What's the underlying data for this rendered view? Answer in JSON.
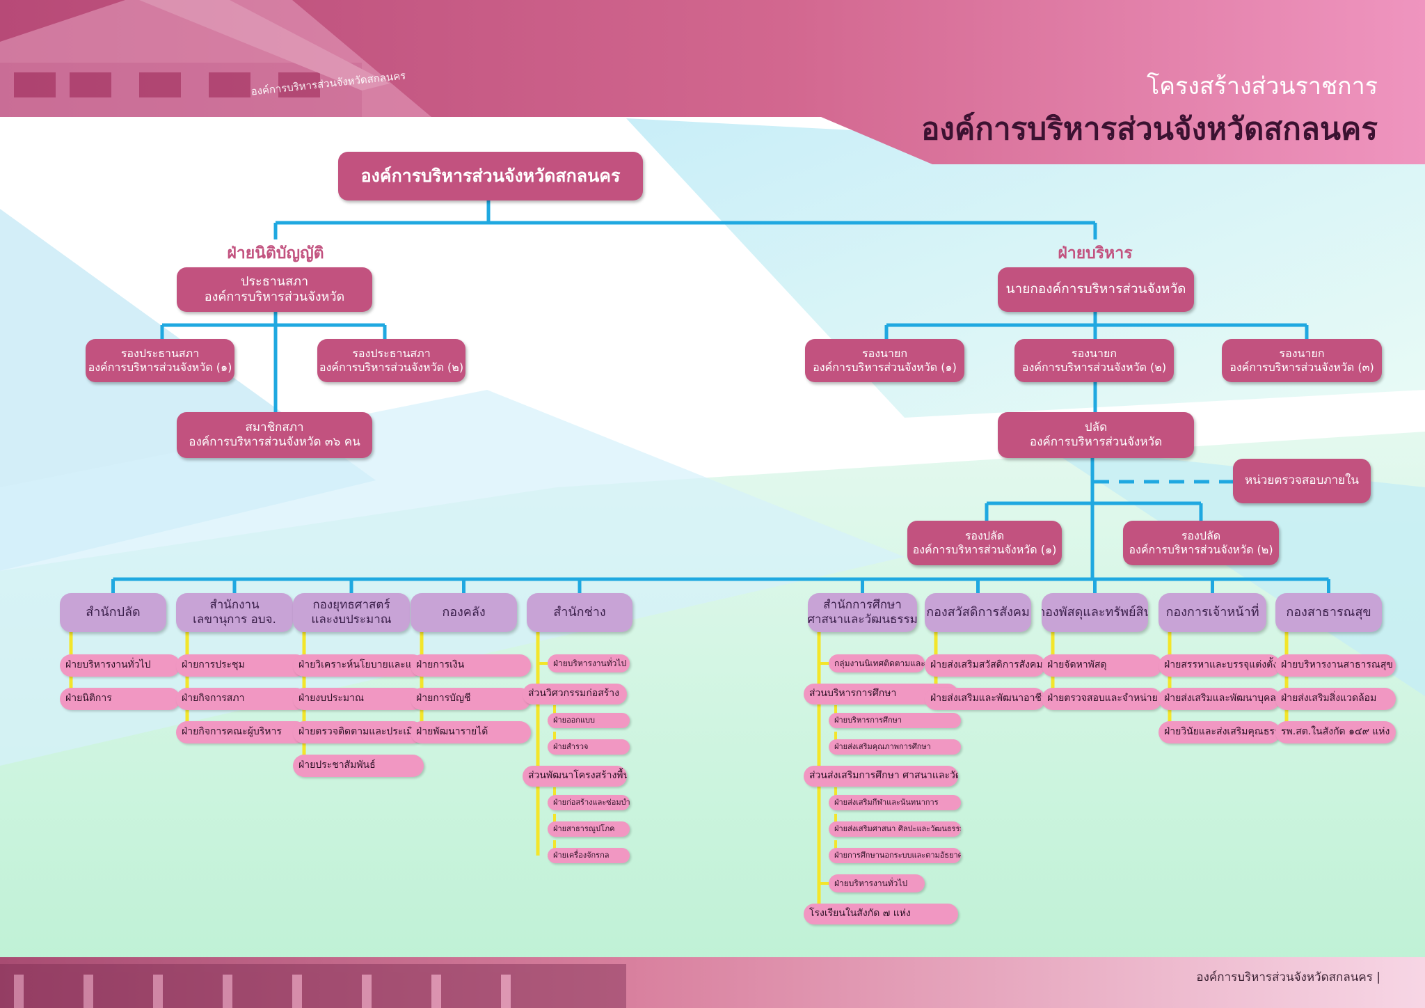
{
  "header": {
    "subtitle": "โครงสร้างส่วนราชการ",
    "title": "องค์การบริหารส่วนจังหวัดสกลนคร",
    "building_sign": "องค์การบริหารส่วนจังหวัดสกลนคร"
  },
  "footer": {
    "text": "องค์การบริหารส่วนจังหวัดสกลนคร |"
  },
  "colors": {
    "node_dark": "#c2527f",
    "node_lavender": "#c8a3d6",
    "node_pink": "#f197c2",
    "connector_blue": "#1fa8e0",
    "connector_yellow": "#f3e52a"
  },
  "chart": {
    "root": "องค์การบริหารส่วนจังหวัดสกลนคร",
    "legislative": {
      "label": "ฝ่ายนิติบัญญัติ",
      "chair": [
        "ประธานสภา",
        "องค์การบริหารส่วนจังหวัด"
      ],
      "vice1": [
        "รองประธานสภา",
        "องค์การบริหารส่วนจังหวัด (๑)"
      ],
      "vice2": [
        "รองประธานสภา",
        "องค์การบริหารส่วนจังหวัด (๒)"
      ],
      "members": [
        "สมาชิกสภา",
        "องค์การบริหารส่วนจังหวัด ๓๖ คน"
      ]
    },
    "executive": {
      "label": "ฝ่ายบริหาร",
      "mayor": [
        "นายกองค์การบริหารส่วนจังหวัด"
      ],
      "deputy1": [
        "รองนายก",
        "องค์การบริหารส่วนจังหวัด (๑)"
      ],
      "deputy2": [
        "รองนายก",
        "องค์การบริหารส่วนจังหวัด (๒)"
      ],
      "deputy3": [
        "รองนายก",
        "องค์การบริหารส่วนจังหวัด (๓)"
      ],
      "clerk": [
        "ปลัด",
        "องค์การบริหารส่วนจังหวัด"
      ],
      "audit": [
        "หน่วยตรวจสอบภายใน"
      ],
      "deputy_clerk1": [
        "รองปลัด",
        "องค์การบริหารส่วนจังหวัด (๑)"
      ],
      "deputy_clerk2": [
        "รองปลัด",
        "องค์การบริหารส่วนจังหวัด (๒)"
      ]
    },
    "departments": [
      {
        "name": [
          "สำนักปลัด"
        ],
        "subs": [
          {
            "label": "ฝ่ายบริหารงานทั่วไป",
            "level": 0
          },
          {
            "label": "ฝ่ายนิติการ",
            "level": 0
          }
        ]
      },
      {
        "name": [
          "สำนักงาน",
          "เลขานุการ อบจ."
        ],
        "subs": [
          {
            "label": "ฝ่ายการประชุม",
            "level": 0
          },
          {
            "label": "ฝ่ายกิจการสภา",
            "level": 0
          },
          {
            "label": "ฝ่ายกิจการคณะผู้บริหาร",
            "level": 0
          }
        ]
      },
      {
        "name": [
          "กองยุทธศาสตร์",
          "และงบประมาณ"
        ],
        "subs": [
          {
            "label": "ฝ่ายวิเคราะห์นโยบายและแผน",
            "level": 0
          },
          {
            "label": "ฝ่ายงบประมาณ",
            "level": 0
          },
          {
            "label": "ฝ่ายตรวจติดตามและประเมินผล",
            "level": 0
          },
          {
            "label": "ฝ่ายประชาสัมพันธ์",
            "level": 0
          }
        ]
      },
      {
        "name": [
          "กองคลัง"
        ],
        "subs": [
          {
            "label": "ฝ่ายการเงิน",
            "level": 0
          },
          {
            "label": "ฝ่ายการบัญชี",
            "level": 0
          },
          {
            "label": "ฝ่ายพัฒนารายได้",
            "level": 0
          }
        ]
      },
      {
        "name": [
          "สำนักช่าง"
        ],
        "subs": [
          {
            "label": "ฝ่ายบริหารงานทั่วไป",
            "level": 1
          },
          {
            "label": "ส่วนวิศวกรรมก่อสร้าง",
            "level": 0
          },
          {
            "label": "ฝ่ายออกแบบ",
            "level": 2
          },
          {
            "label": "ฝ่ายสำรวจ",
            "level": 2
          },
          {
            "label": "ส่วนพัฒนาโครงสร้างพื้นฐาน",
            "level": 0
          },
          {
            "label": "ฝ่ายก่อสร้างและซ่อมบำรุง",
            "level": 2
          },
          {
            "label": "ฝ่ายสาธารณูปโภค",
            "level": 2
          },
          {
            "label": "ฝ่ายเครื่องจักรกล",
            "level": 2
          }
        ]
      },
      {
        "name": [
          "สำนักการศึกษา",
          "ศาสนาและวัฒนธรรม"
        ],
        "subs": [
          {
            "label": "กลุ่มงานนิเทศติดตามและประเมินผล",
            "level": 1
          },
          {
            "label": "ส่วนบริหารการศึกษา",
            "level": 0
          },
          {
            "label": "ฝ่ายบริหารการศึกษา",
            "level": 2
          },
          {
            "label": "ฝ่ายส่งเสริมคุณภาพการศึกษา",
            "level": 2
          },
          {
            "label": "ส่วนส่งเสริมการศึกษา ศาสนาและวัฒนธรรม",
            "level": 0
          },
          {
            "label": "ฝ่ายส่งเสริมกีฬาและนันทนาการ",
            "level": 2
          },
          {
            "label": "ฝ่ายส่งเสริมศาสนา ศิลปะและวัฒนธรรม",
            "level": 2
          },
          {
            "label": "ฝ่ายการศึกษานอกระบบและตามอัธยาศัย",
            "level": 2
          },
          {
            "label": "ฝ่ายบริหารงานทั่วไป",
            "level": 1
          },
          {
            "label": "โรงเรียนในสังกัด ๗ แห่ง",
            "level": 0
          }
        ]
      },
      {
        "name": [
          "กองสวัสดิการสังคม"
        ],
        "subs": [
          {
            "label": "ฝ่ายส่งเสริมสวัสดิการสังคม",
            "level": 0
          },
          {
            "label": "ฝ่ายส่งเสริมและพัฒนาอาชีพ",
            "level": 0
          }
        ]
      },
      {
        "name": [
          "กองพัสดุและทรัพย์สิน"
        ],
        "subs": [
          {
            "label": "ฝ่ายจัดหาพัสดุ",
            "level": 0
          },
          {
            "label": "ฝ่ายตรวจสอบและจำหน่าย",
            "level": 0
          }
        ]
      },
      {
        "name": [
          "กองการเจ้าหน้าที่"
        ],
        "subs": [
          {
            "label": "ฝ่ายสรรหาและบรรจุแต่งตั้ง",
            "level": 0
          },
          {
            "label": "ฝ่ายส่งเสริมและพัฒนาบุคลากร",
            "level": 0
          },
          {
            "label": "ฝ่ายวินัยและส่งเสริมคุณธรรม",
            "level": 0
          }
        ]
      },
      {
        "name": [
          "กองสาธารณสุข"
        ],
        "subs": [
          {
            "label": "ฝ่ายบริหารงานสาธารณสุข",
            "level": 0
          },
          {
            "label": "ฝ่ายส่งเสริมสิ่งแวดล้อม",
            "level": 0
          },
          {
            "label": "รพ.สต.ในสังกัด ๑๔๙ แห่ง",
            "level": 0
          }
        ]
      }
    ]
  }
}
